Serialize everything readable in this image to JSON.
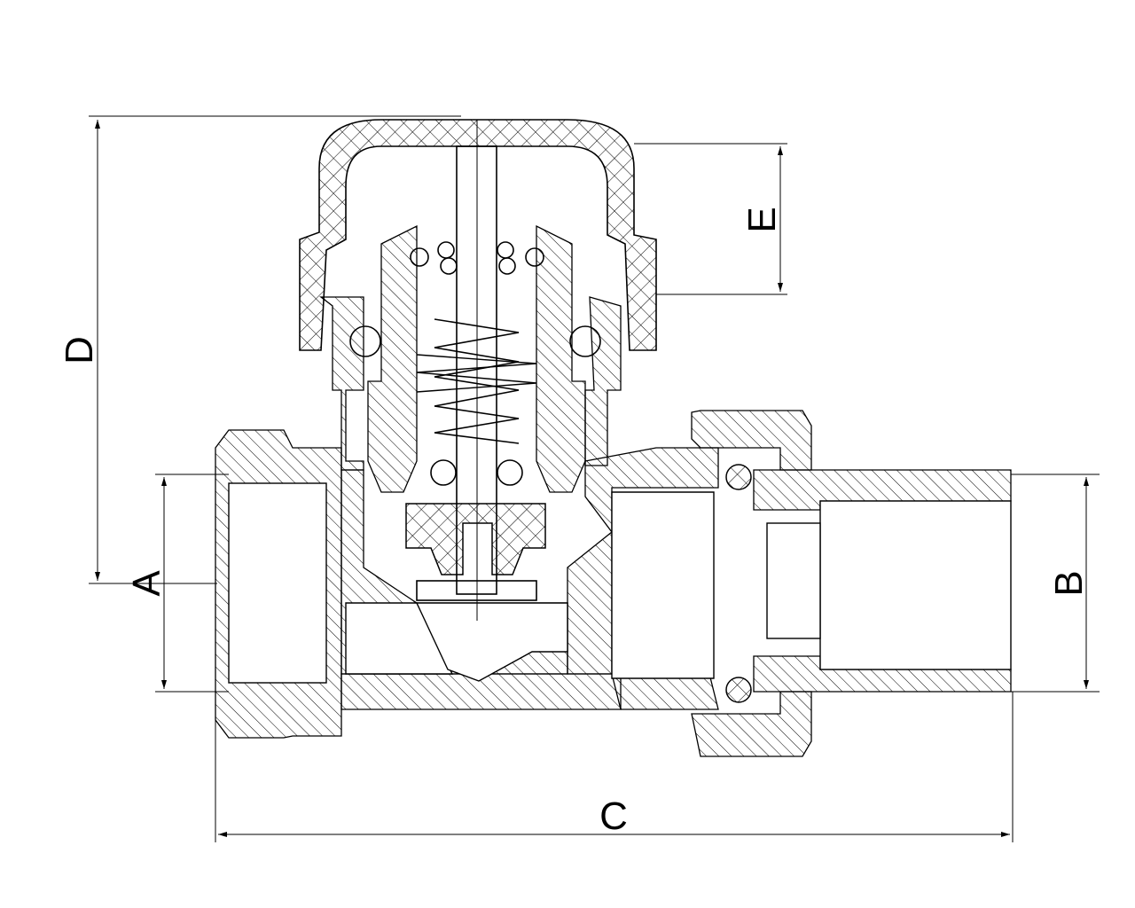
{
  "dimensions": {
    "A": "A",
    "B": "B",
    "C": "C",
    "D": "D",
    "E": "E"
  },
  "style": {
    "line_color": "#000000",
    "background": "#ffffff"
  }
}
